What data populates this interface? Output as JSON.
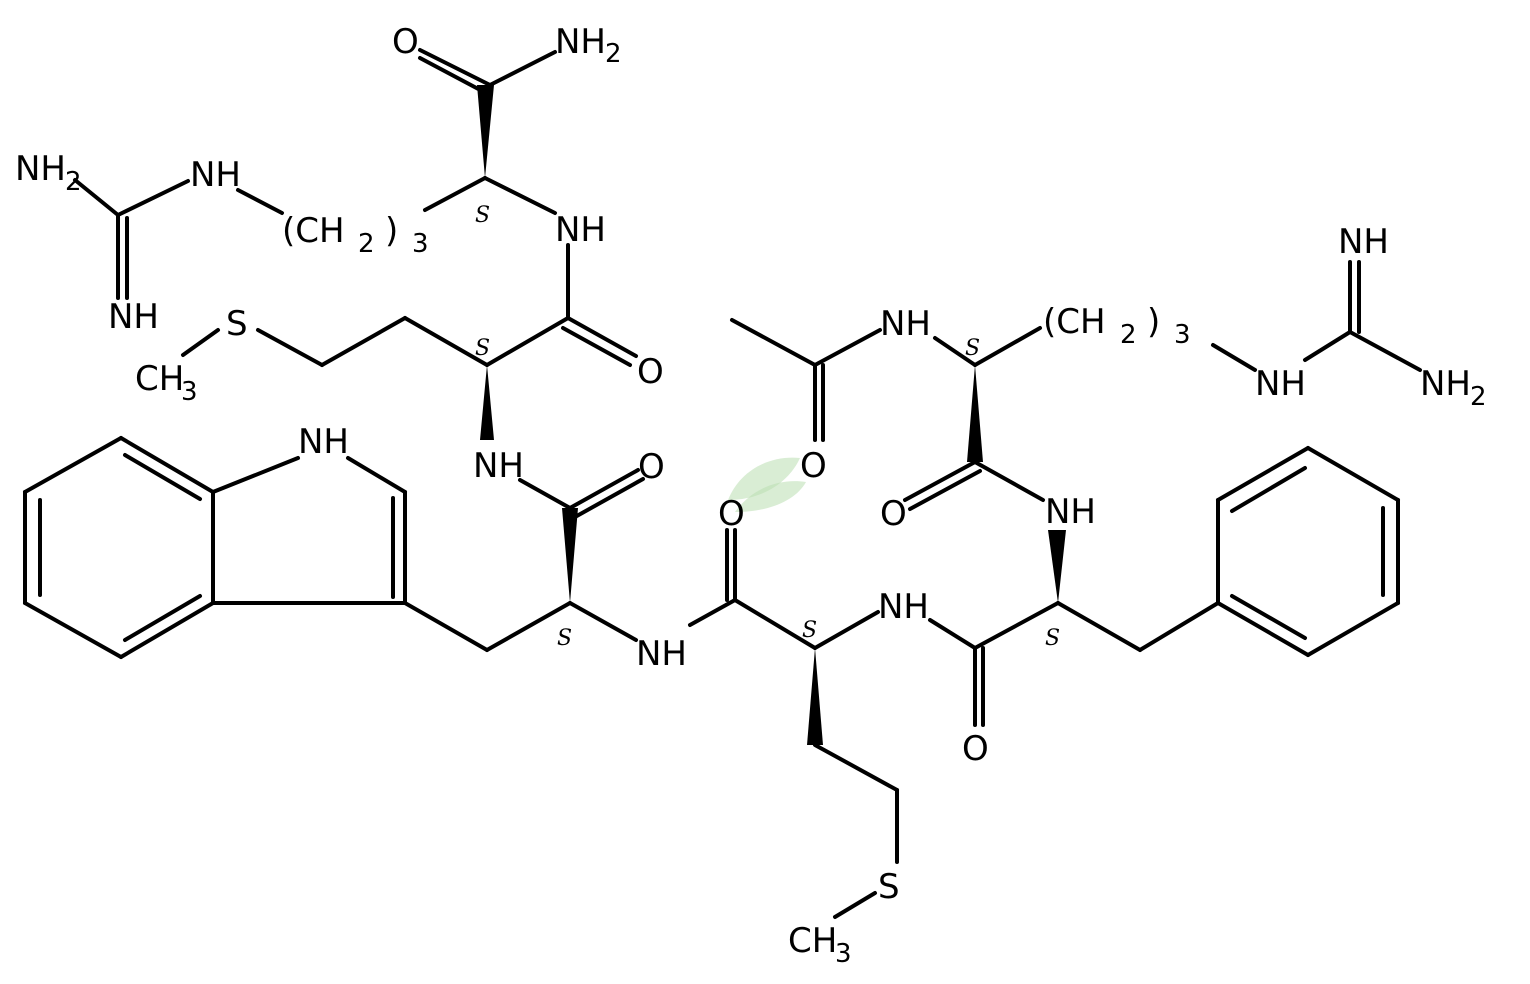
{
  "watermark_icon": "leaf-logo-icon",
  "labels": {
    "o_amide_top": "O",
    "nh2_amide": "NH",
    "nh2_amide_sub": "2",
    "nh2_guan_left": "NH",
    "nh2_guan_left_sub": "2",
    "nh_guan_left": "NH",
    "nh_imine_left": "NH",
    "ch2_left_open": "(CH",
    "ch2_left_2": "2",
    "ch2_left_close": ")",
    "ch2_left_3": "3",
    "nh_arg1": "NH",
    "s_met1": "S",
    "ch3_met1": "CH",
    "ch3_met1_sub": "3",
    "o_met1": "O",
    "nh_met1": "NH",
    "o_trp": "O",
    "nh_indole": "NH",
    "nh_trp": "NH",
    "o_met2": "O",
    "nh_met2": "NH",
    "s_met2": "S",
    "ch3_met2": "CH",
    "ch3_met2_sub": "3",
    "o_acetyl": "O",
    "nh_acetyl": "NH",
    "ch2_right_open": "(CH",
    "ch2_right_2": "2",
    "ch2_right_close": ")",
    "ch2_right_3": "3",
    "nh_imine_right": "NH",
    "nh_guan_right": "NH",
    "nh2_guan_right": "NH",
    "nh2_guan_right_sub": "2",
    "o_arg2": "O",
    "nh_arg2": "NH",
    "o_phe": "O"
  },
  "stereo": {
    "arg1": "S",
    "met1": "S",
    "trp": "S",
    "met2": "S",
    "phe": "S",
    "arg2": "S"
  }
}
